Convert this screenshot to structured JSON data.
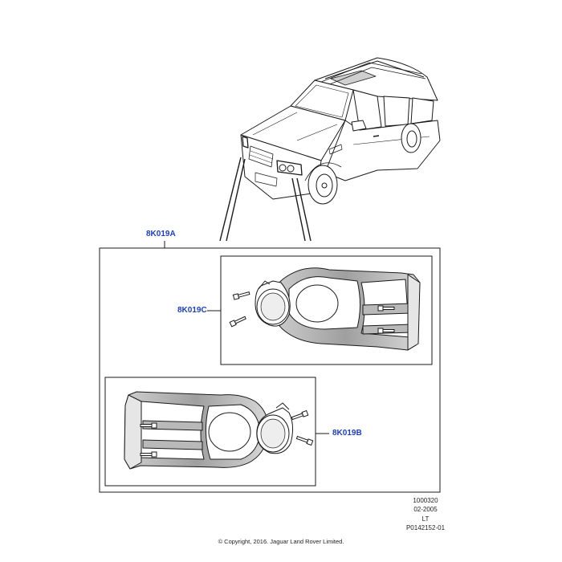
{
  "callouts": {
    "main_assembly": "8K019A",
    "upper_kit": "8K019C",
    "lower_kit": "8K019B"
  },
  "drawing_info": {
    "code": "1000320",
    "date": "02-2005",
    "region": "LT",
    "illustration_id": "P0142152-01"
  },
  "copyright": "© Copyright, 2016. Jaguar Land Rover Limited.",
  "colors": {
    "callout": "#1f3fb0",
    "line": "#1a1a1a",
    "shade": "#b9b9b9"
  }
}
